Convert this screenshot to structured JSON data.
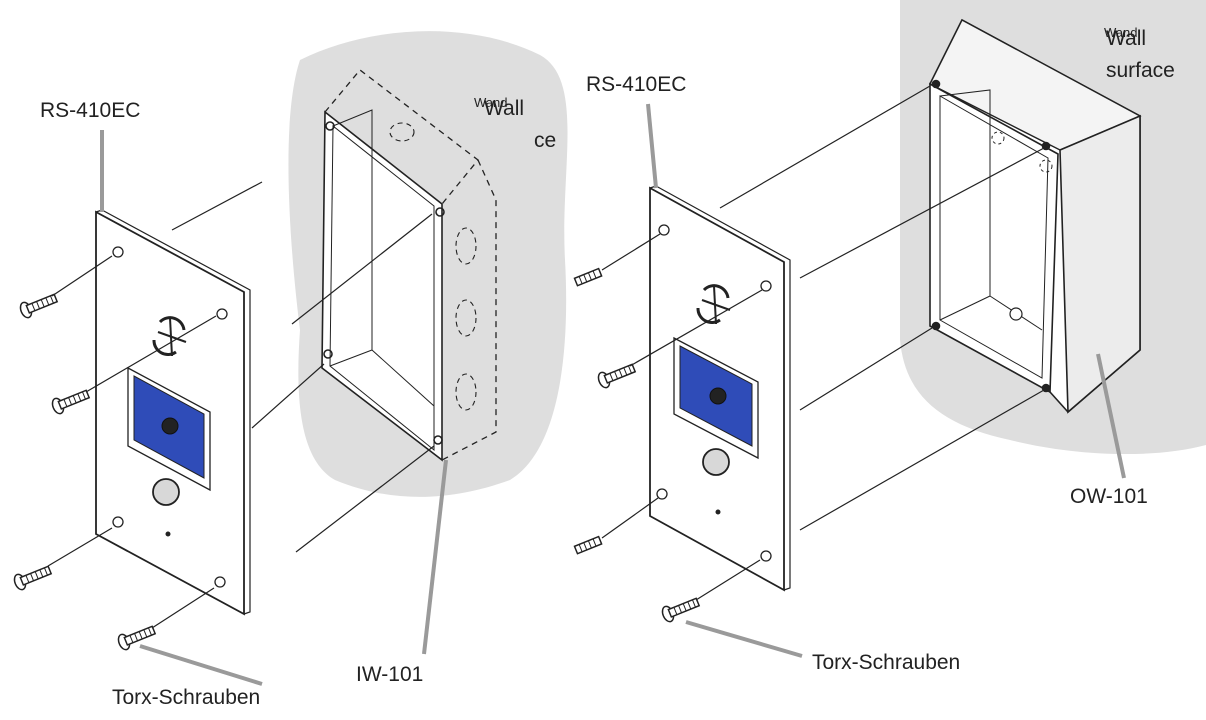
{
  "left": {
    "panel_label": "RS-410EC",
    "box_label": "IW-101",
    "screws_label": "Torx-Schrauben",
    "wall_label_de": "Wand",
    "wall_label_en": "Wall",
    "wall_label_tail": "ce"
  },
  "right": {
    "panel_label": "RS-410EC",
    "box_label": "OW-101",
    "screws_label": "Torx-Schrauben",
    "wall_label_de": "Wand",
    "wall_label_en": "Wall",
    "wall_label_tail": "surface"
  },
  "colors": {
    "wall_shade": "#dedede",
    "camera_panel": "#2f4cb8",
    "line": "#222222",
    "leader": "#9a9a9a"
  }
}
